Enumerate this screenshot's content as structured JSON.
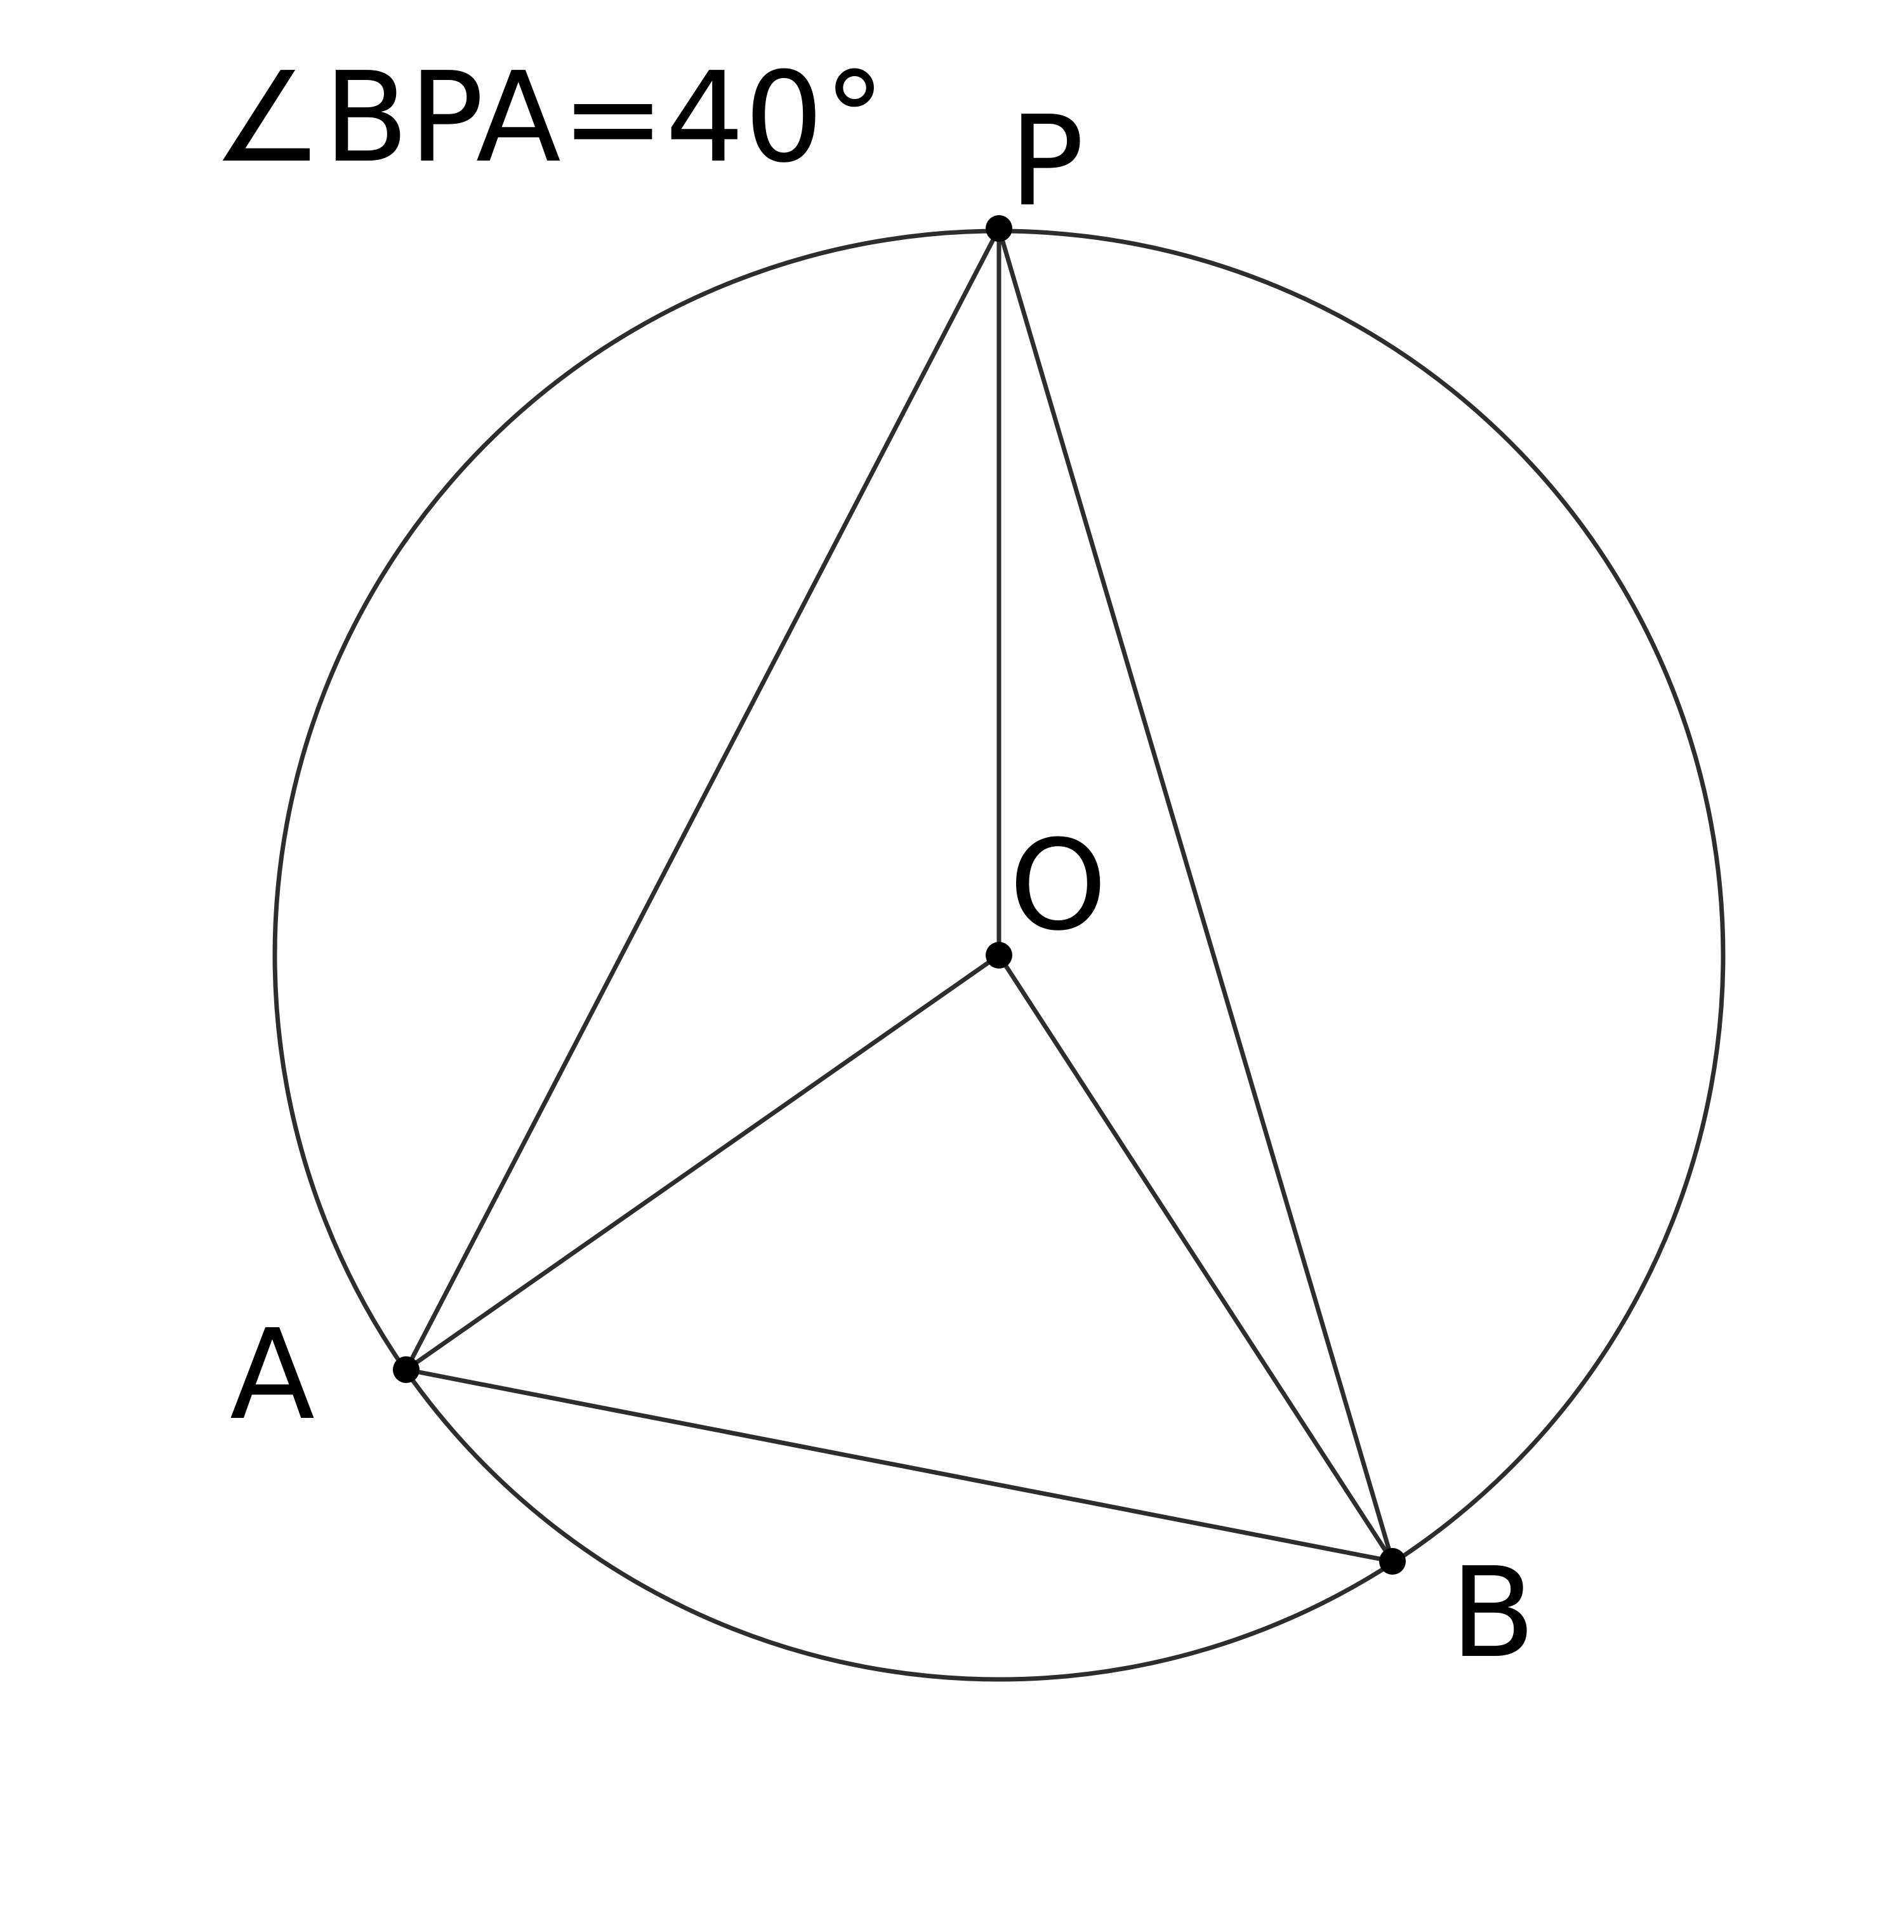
{
  "angle_label": "∠BPA=40°",
  "points": {
    "P": "P",
    "O": "O",
    "A": "A",
    "B": "B"
  },
  "colors": {
    "stroke": "#2d2d2d",
    "point": "#000000",
    "background": "#ffffff"
  }
}
